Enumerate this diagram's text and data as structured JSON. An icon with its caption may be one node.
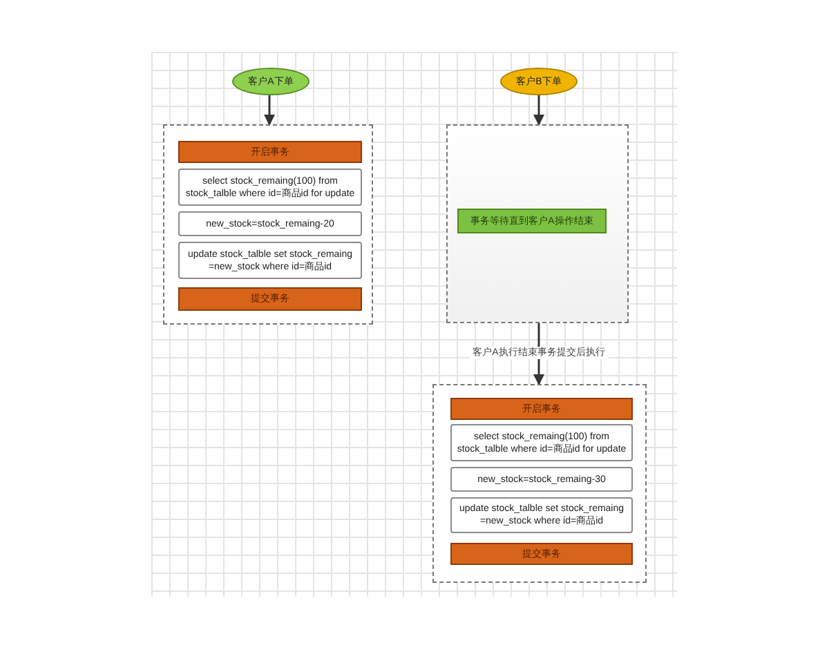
{
  "diagram": {
    "nodes": [
      {
        "text": [
          "客户A下单"
        ]
      },
      {
        "text": [],
        "shape": "box"
      },
      {
        "text": [
          "开启事务"
        ],
        "in": 1
      },
      {
        "text": [
          "select stock_remaing(100) from stock_talble where id=商品id for update"
        ],
        "in": 1
      },
      {
        "text": [
          "new_stock=stock_remaing-20"
        ],
        "in": 1
      },
      {
        "text": [
          "update stock_talble set stock_remaing =new_stock where id=商品id"
        ],
        "in": 1
      },
      {
        "text": [
          "提交事务"
        ],
        "in": 1
      },
      {
        "text": [
          "客户B下单"
        ]
      },
      {
        "text": [],
        "shape": "box"
      },
      {
        "text": [
          "事务等待直到客户A操作结束"
        ],
        "in": 8
      },
      {
        "text": [],
        "shape": "box"
      },
      {
        "text": [
          "开启事务"
        ],
        "in": 10
      },
      {
        "text": [
          "select stock_remaing(100) from stock_talble where id=商品id for update"
        ],
        "in": 10
      },
      {
        "text": [
          "new_stock=stock_remaing-30"
        ],
        "in": 10
      },
      {
        "text": [
          "update stock_talble set stock_remaing =new_stock where id=商品id"
        ],
        "in": 10
      },
      {
        "text": [
          "提交事务"
        ],
        "in": 10
      }
    ],
    "edges": [
      {
        "from": 0,
        "to": 1,
        "arrow": "to"
      },
      {
        "from": 7,
        "to": 8,
        "arrow": "to"
      },
      {
        "from": 8,
        "to": 10,
        "arrow": "to",
        "label": "客户A执行结束事务提交后执行"
      }
    ]
  }
}
